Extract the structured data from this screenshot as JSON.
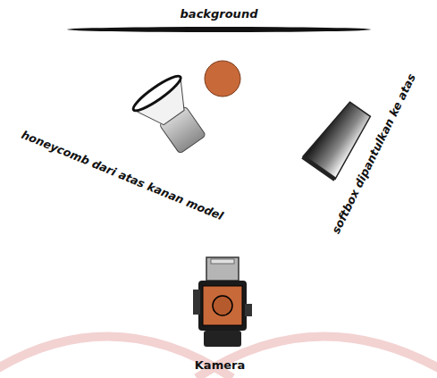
{
  "diagram": {
    "labels": [
      "background",
      "honeycomb dari atas kanan model",
      "softbox dipantulkan ke atas",
      "Kamera"
    ]
  }
}
